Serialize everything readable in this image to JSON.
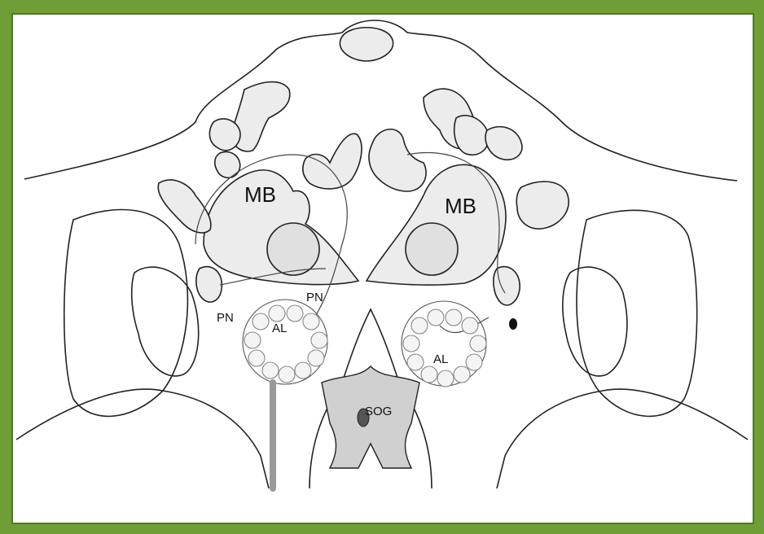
{
  "labels": {
    "mb_left": "MB",
    "mb_right": "MB",
    "pn_left_outer": "PN",
    "pn_left_inner": "PN",
    "al_left": "AL",
    "al_right": "AL",
    "sog": "SOG"
  },
  "colors": {
    "border": "#6f9e36",
    "fill": "#ececec",
    "sog_fill": "#cfcfcf",
    "outline": "#222222"
  }
}
